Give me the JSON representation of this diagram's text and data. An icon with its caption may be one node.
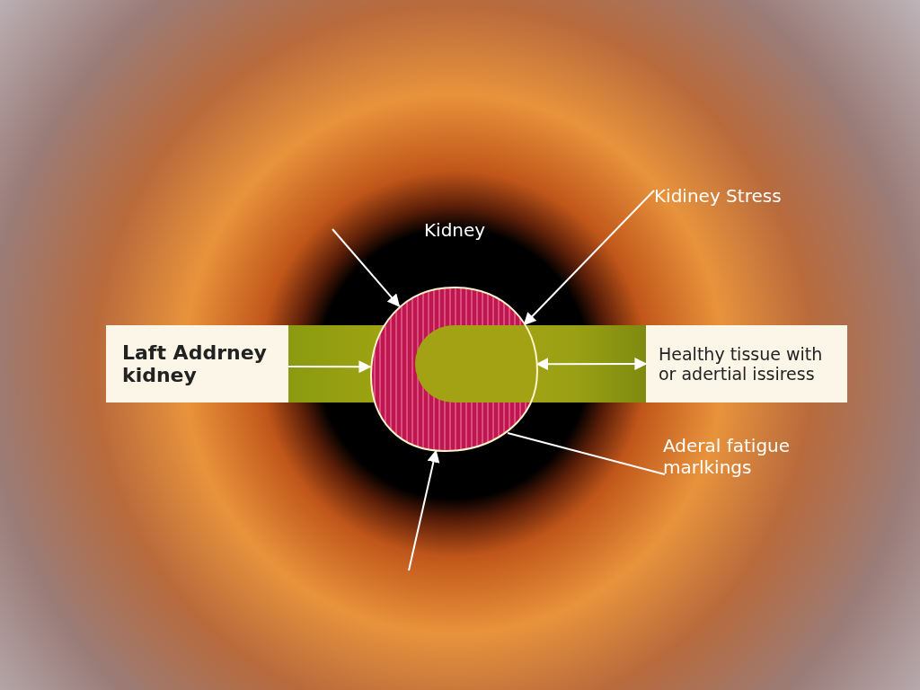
{
  "diagram": {
    "nodes": [
      {
        "text": [
          "Kidiney Stress"
        ]
      },
      {
        "text": [
          "Laft Addrney kidney"
        ]
      },
      {
        "text": [],
        "shape": "picture"
      },
      {
        "text": [
          "Healthy tissue with or adertial issiress"
        ]
      },
      {
        "text": [
          "Aderal fatigue marlkings"
        ]
      }
    ],
    "edges": [
      {
        "from": null,
        "to": 2,
        "arrow": "to"
      },
      {
        "from": 0,
        "to": 2,
        "arrow": "to"
      },
      {
        "from": 1,
        "to": 2,
        "arrow": "to"
      },
      {
        "from": 2,
        "to": 3,
        "arrow": "both"
      },
      {
        "from": 4,
        "to": 2,
        "arrow": "none"
      },
      {
        "from": null,
        "to": 2,
        "arrow": "to"
      }
    ],
    "labels": [
      "Kidney"
    ]
  }
}
